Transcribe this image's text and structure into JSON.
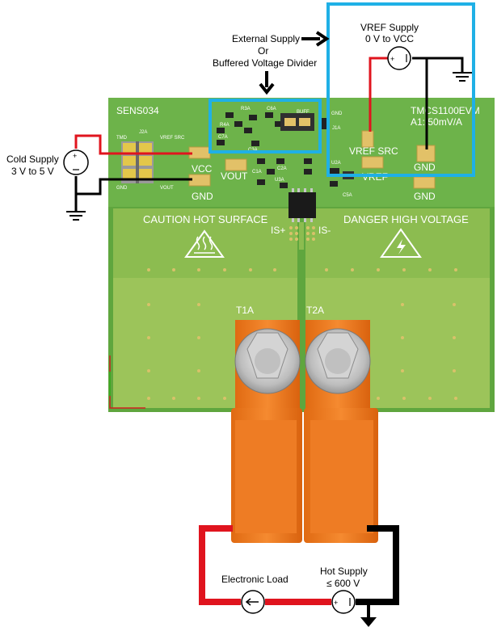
{
  "annotations": {
    "external_supply_line1": "External Supply",
    "external_supply_line2": "Or",
    "external_supply_line3": "Buffered Voltage Divider",
    "vref_supply_line1": "VREF Supply",
    "vref_supply_line2": "0 V to VCC",
    "cold_supply_line1": "Cold Supply",
    "cold_supply_line2": "3 V to 5 V",
    "electronic_load": "Electronic Load",
    "hot_supply_line1": "Hot Supply",
    "hot_supply_line2": "≤ 600 V"
  },
  "board": {
    "name": "SENS034",
    "model_line1": "TMCS1100EVM",
    "model_line2": "A1: 50mV/A",
    "pads": {
      "vcc": "VCC",
      "gnd_left": "GND",
      "vout": "VOUT",
      "vref_src": "VREF SRC",
      "vref": "VREF",
      "gnd_mid": "GND",
      "gnd_right": "GND"
    },
    "warnings": {
      "left": "CAUTION HOT SURFACE",
      "right": "DANGER HIGH VOLTAGE"
    },
    "pins": {
      "is_plus": "IS+",
      "is_minus": "IS-"
    },
    "terminals": {
      "t1": "T1A",
      "t2": "T2A"
    },
    "header_labels": {
      "tmd": "TMD",
      "j2a": "J2A",
      "vref_src": "VREF SRC",
      "gnd": "GND",
      "vout": "VOUT"
    },
    "components": {
      "r3a": "R3A",
      "c6a": "C6A",
      "buff": "BUFF",
      "gnd": "GND",
      "r4a": "R4A",
      "c7a": "C7A",
      "c3a": "C3A",
      "j1a": "J1A",
      "u2a": "U2A",
      "c1a": "C1A",
      "c2a": "C2A",
      "u3a": "U3A",
      "c5a": "C5A"
    }
  },
  "colors": {
    "pcb_green": "#6cb04a",
    "pcb_copper": "#a8c85c",
    "highlight_blue": "#1fb0e6",
    "wire_red": "#e0141e",
    "wire_black": "#000000",
    "lug_orange": "#f07a1e"
  },
  "icons": [
    "voltage-source-icon",
    "current-source-icon",
    "ground-icon",
    "hot-surface-icon",
    "high-voltage-icon",
    "arrow-right-icon",
    "arrow-down-icon"
  ]
}
